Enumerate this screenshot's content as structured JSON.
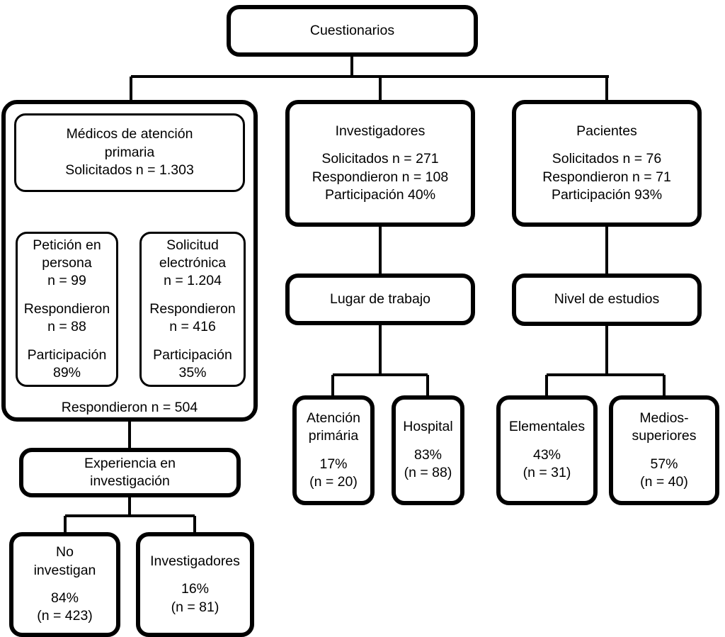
{
  "diagram": {
    "title": "Cuestionarios",
    "root": {
      "label": "Cuestionarios"
    },
    "branches": {
      "physicians": {
        "title": "Médicos de atención\nprimaria",
        "requested": "Solicitados n = 1.303",
        "responded_total": "Respondieron n = 504",
        "children": [
          {
            "title": "Petición en\npersona",
            "n": "n = 99",
            "responded_label": "Respondieron",
            "responded_n": "n = 88",
            "participation_label": "Participación",
            "participation_value": "89%"
          },
          {
            "title": "Solicitud\nelectrónica",
            "n": "n = 1.204",
            "responded_label": "Respondieron",
            "responded_n": "n = 416",
            "participation_label": "Participación",
            "participation_value": "35%"
          }
        ],
        "experience": {
          "title": "Experiencia en\ninvestigación",
          "children": [
            {
              "title": "No\ninvestigan",
              "percent": "84%",
              "count": "(n = 423)"
            },
            {
              "title": "Investigadores",
              "percent": "16%",
              "count": "(n = 81)"
            }
          ]
        }
      },
      "researchers": {
        "title": "Investigadores",
        "requested": "Solicitados n = 271",
        "responded": "Respondieron n = 108",
        "participation": "Participación 40%",
        "subgroup": {
          "title": "Lugar de trabajo",
          "children": [
            {
              "title": "Atención\nprimária",
              "percent": "17%",
              "count": "(n = 20)"
            },
            {
              "title": "Hospital",
              "percent": "83%",
              "count": "(n = 88)"
            }
          ]
        }
      },
      "patients": {
        "title": "Pacientes",
        "requested": "Solicitados n = 76",
        "responded": "Respondieron n = 71",
        "participation": "Participación 93%",
        "subgroup": {
          "title": "Nivel de estudios",
          "children": [
            {
              "title": "Elementales",
              "percent": "43%",
              "count": "(n = 31)"
            },
            {
              "title": "Medios-\nsuperiores",
              "percent": "57%",
              "count": "(n = 40)"
            }
          ]
        }
      }
    },
    "colors": {
      "stroke": "#000000",
      "fill": "#ffffff"
    }
  }
}
